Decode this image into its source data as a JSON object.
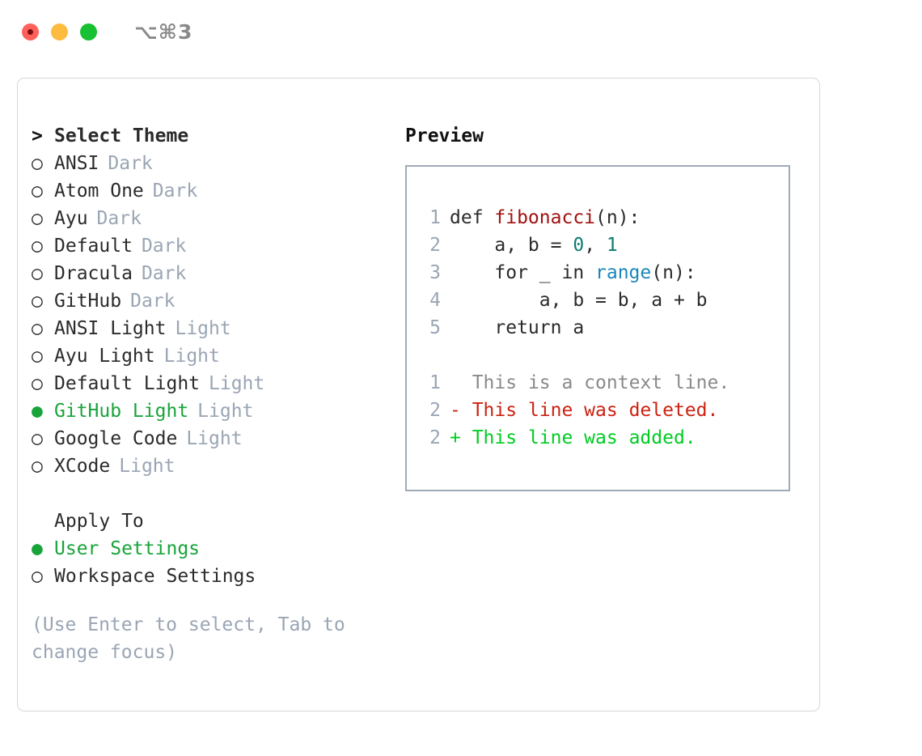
{
  "titlebar": {
    "shortcut": "⌥⌘3",
    "buttons": [
      "close",
      "minimize",
      "maximize"
    ]
  },
  "theme_picker": {
    "header_marker": ">",
    "header_label": "Select Theme",
    "unselected_marker": "○",
    "selected_marker": "●",
    "items": [
      {
        "marker": "○",
        "label": "ANSI",
        "tag": "Dark",
        "selected": false
      },
      {
        "marker": "○",
        "label": "Atom One",
        "tag": "Dark",
        "selected": false
      },
      {
        "marker": "○",
        "label": "Ayu",
        "tag": "Dark",
        "selected": false
      },
      {
        "marker": "○",
        "label": "Default",
        "tag": "Dark",
        "selected": false
      },
      {
        "marker": "○",
        "label": "Dracula",
        "tag": "Dark",
        "selected": false
      },
      {
        "marker": "○",
        "label": "GitHub",
        "tag": "Dark",
        "selected": false
      },
      {
        "marker": "○",
        "label": "ANSI Light",
        "tag": "Light",
        "selected": false
      },
      {
        "marker": "○",
        "label": "Ayu Light",
        "tag": "Light",
        "selected": false
      },
      {
        "marker": "○",
        "label": "Default Light",
        "tag": "Light",
        "selected": false
      },
      {
        "marker": "●",
        "label": "GitHub Light",
        "tag": "Light",
        "selected": true
      },
      {
        "marker": "○",
        "label": "Google Code",
        "tag": "Light",
        "selected": false
      },
      {
        "marker": "○",
        "label": "XCode",
        "tag": "Light",
        "selected": false
      }
    ]
  },
  "apply_to": {
    "title": "Apply To",
    "options": [
      {
        "marker": "●",
        "label": "User Settings",
        "selected": true
      },
      {
        "marker": "○",
        "label": "Workspace Settings",
        "selected": false
      }
    ]
  },
  "hint": "(Use Enter to select, Tab to change focus)",
  "preview": {
    "title": "Preview",
    "code_lines": [
      {
        "no": "1",
        "segments": [
          {
            "text": "def ",
            "type": "plain"
          },
          {
            "text": "fibonacci",
            "type": "func"
          },
          {
            "text": "(n):",
            "type": "plain"
          }
        ]
      },
      {
        "no": "2",
        "segments": [
          {
            "text": "    a, b = ",
            "type": "plain"
          },
          {
            "text": "0",
            "type": "num"
          },
          {
            "text": ", ",
            "type": "plain"
          },
          {
            "text": "1",
            "type": "num"
          }
        ]
      },
      {
        "no": "3",
        "segments": [
          {
            "text": "    for _ in ",
            "type": "plain"
          },
          {
            "text": "range",
            "type": "call"
          },
          {
            "text": "(n):",
            "type": "plain"
          }
        ]
      },
      {
        "no": "4",
        "segments": [
          {
            "text": "        a, b = b, a + b",
            "type": "plain"
          }
        ]
      },
      {
        "no": "5",
        "segments": [
          {
            "text": "    return a",
            "type": "plain"
          }
        ]
      }
    ],
    "diff_lines": [
      {
        "no": "1",
        "prefix": "  ",
        "text": "This is a context line.",
        "type": "ctx"
      },
      {
        "no": "2",
        "prefix": "- ",
        "text": "This line was deleted.",
        "type": "del"
      },
      {
        "no": "2",
        "prefix": "+ ",
        "text": "This line was added.",
        "type": "add"
      }
    ]
  },
  "colors": {
    "selected_green": "#18a43a",
    "diff_add_green": "#00cc22",
    "diff_del_red": "#cc2211",
    "func_red": "#a11111",
    "num_teal": "#0b7d73",
    "call_blue": "#1a87b8",
    "muted_gray": "#9aa5b4",
    "border_gray": "#a0abb9"
  }
}
